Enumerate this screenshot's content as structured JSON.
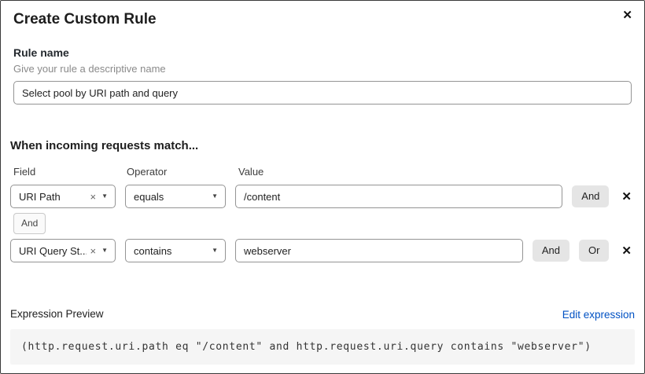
{
  "dialog": {
    "title": "Create Custom Rule"
  },
  "icons": {
    "close": "✕",
    "clear": "×",
    "caret": "▼",
    "delete": "✕"
  },
  "rule_name": {
    "label": "Rule name",
    "helper": "Give your rule a descriptive name",
    "value": "Select pool by URI path and query"
  },
  "match": {
    "heading": "When incoming requests match...",
    "field_label": "Field",
    "operator_label": "Operator",
    "value_label": "Value",
    "connector": "And",
    "rows": [
      {
        "field": "URI Path",
        "operator": "equals",
        "value": "/content",
        "and_label": "And"
      },
      {
        "field": "URI Query St...",
        "operator": "contains",
        "value": "webserver",
        "and_label": "And",
        "or_label": "Or"
      }
    ]
  },
  "expression": {
    "label": "Expression Preview",
    "edit_link": "Edit expression",
    "code": "(http.request.uri.path eq \"/content\" and http.request.uri.query contains \"webserver\")"
  },
  "colors": {
    "link": "#0051c3",
    "button_bg": "#e5e5e5",
    "code_bg": "#f5f5f5"
  }
}
